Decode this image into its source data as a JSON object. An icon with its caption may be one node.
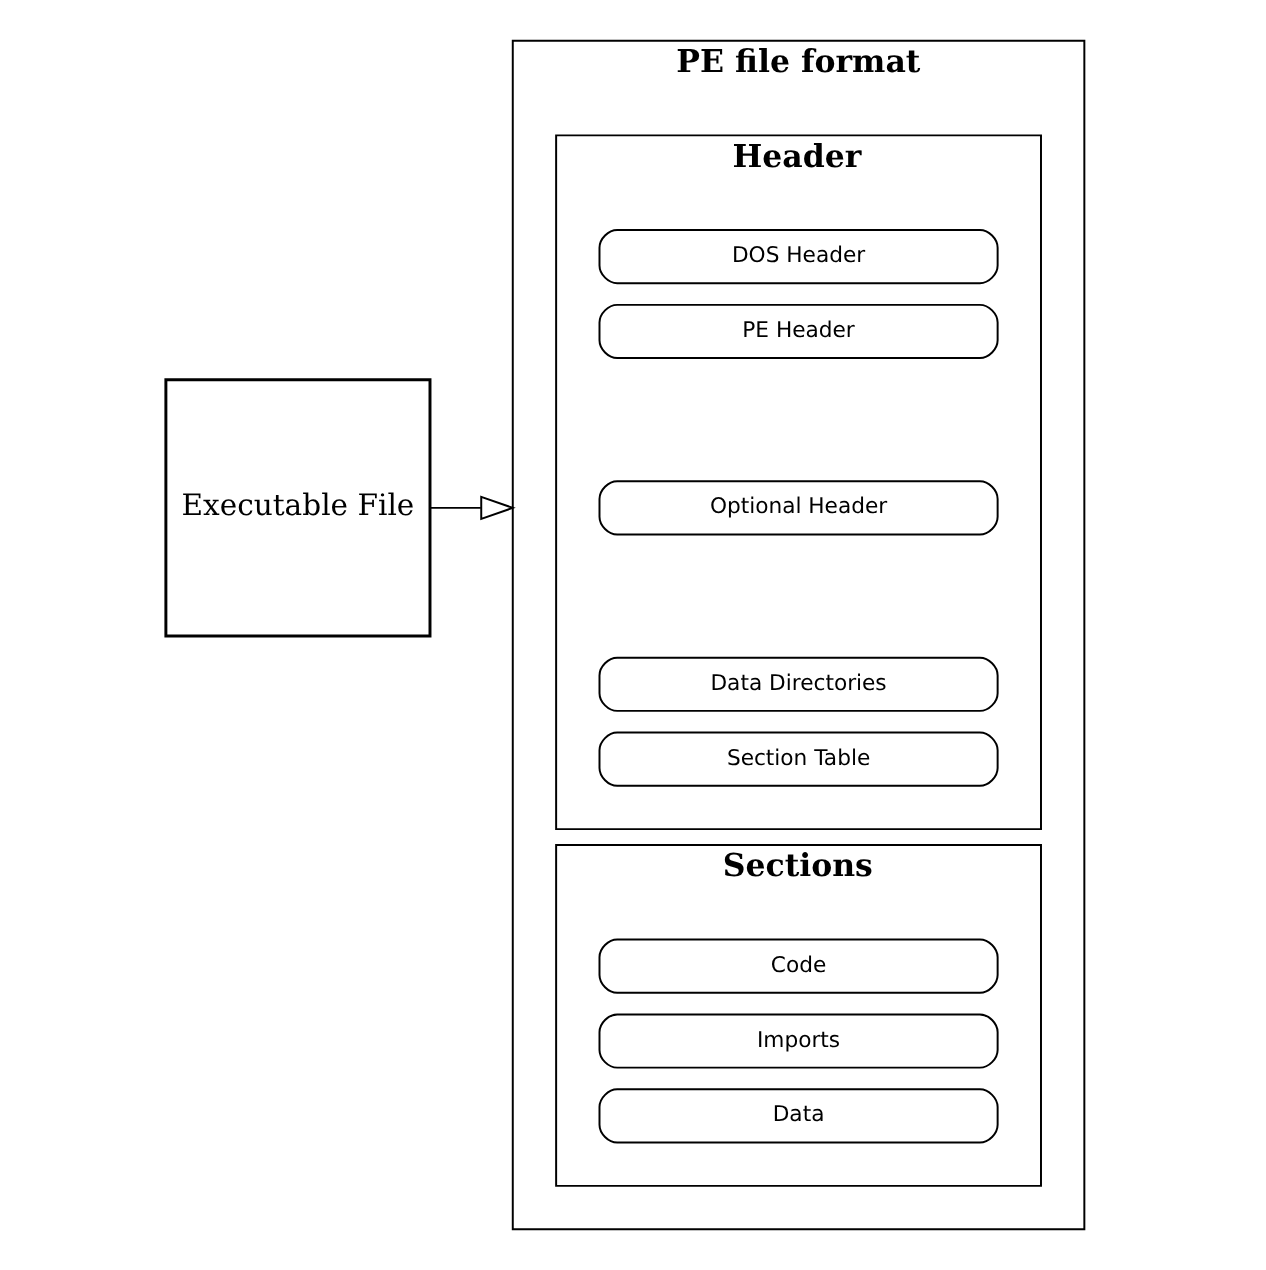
{
  "diagram": {
    "nodes": [
      {
        "text": [
          "Executable File"
        ]
      },
      {
        "text": [
          "PE file format"
        ]
      },
      {
        "text": [
          "Header"
        ],
        "in": 1
      },
      {
        "text": [
          "DOS Header"
        ],
        "in": 2
      },
      {
        "text": [
          "PE Header"
        ],
        "in": 2
      },
      {
        "text": [
          "Optional Header"
        ],
        "in": 2
      },
      {
        "text": [
          "Data Directories"
        ],
        "in": 2
      },
      {
        "text": [
          "Section Table"
        ],
        "in": 2
      },
      {
        "text": [
          "Sections"
        ],
        "in": 1
      },
      {
        "text": [
          "Code"
        ],
        "in": 8
      },
      {
        "text": [
          "Imports"
        ],
        "in": 8
      },
      {
        "text": [
          "Data"
        ],
        "in": 8
      }
    ],
    "edges": [
      {
        "from": 0,
        "to": 1,
        "arrow": "to"
      }
    ]
  }
}
